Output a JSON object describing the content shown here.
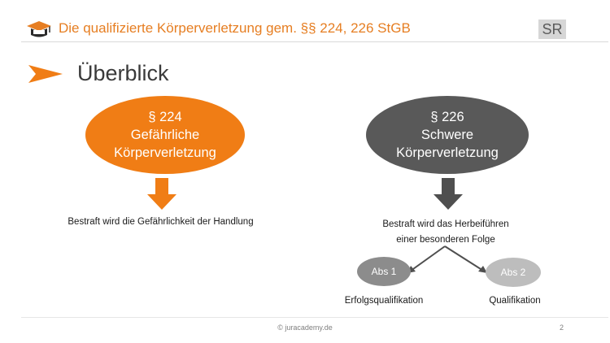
{
  "header": {
    "title": "Die qualifizierte Körperverletzung gem. §§ 224, 226 StGB",
    "badge": "SR",
    "logo_icon": "graduation-book-icon"
  },
  "section": {
    "title": "Überblick"
  },
  "left": {
    "paragraph": "§ 224",
    "line1": "Gefährliche",
    "line2": "Körperverletzung",
    "caption": "Bestraft wird die Gefährlichkeit der Handlung"
  },
  "right": {
    "paragraph": "§ 226",
    "line1": "Schwere",
    "line2": "Körperverletzung",
    "caption_line1": "Bestraft wird das Herbeiführen",
    "caption_line2": "einer besonderen Folge",
    "branch_left": {
      "label": "Abs 1",
      "caption": "Erfolgsqualifikation"
    },
    "branch_right": {
      "label": "Abs 2",
      "caption": "Qualifikation"
    }
  },
  "footer": {
    "copyright": "© juracademy.de",
    "page": "2"
  },
  "colors": {
    "accent": "#f07d15",
    "dark": "#595959",
    "mid": "#8c8c8c",
    "light": "#bdbdbd"
  }
}
